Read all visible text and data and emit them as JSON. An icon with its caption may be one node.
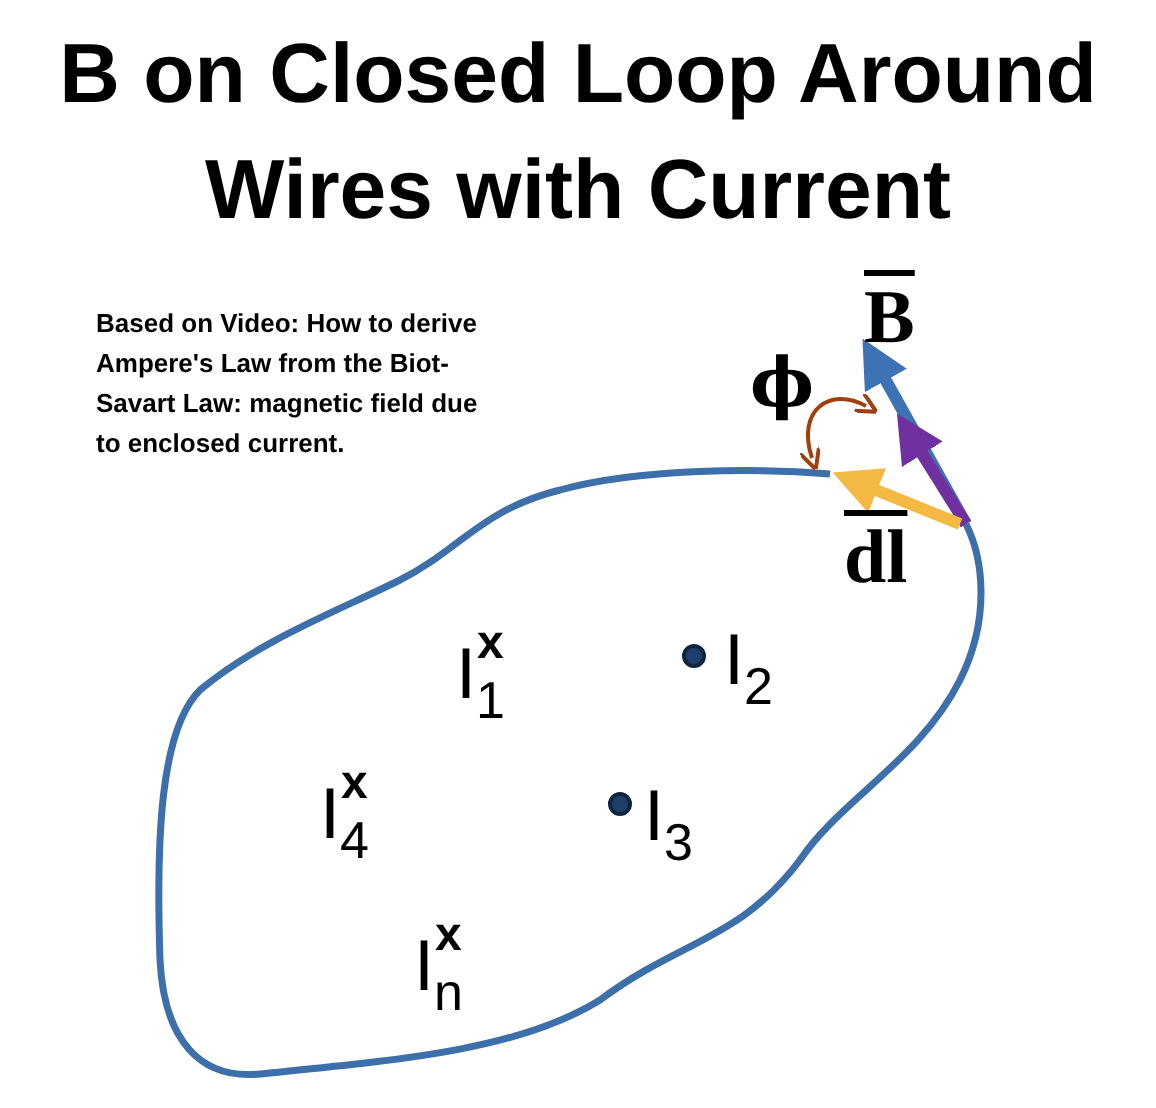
{
  "diagram": {
    "title": "B on Closed Loop Around Wires with Current",
    "labels": [
      "Based on Video: How to derive Ampere's Law from the Biot-Savart Law: magnetic field due to enclosed current.",
      "B",
      "ϕ",
      "dl",
      "I$_{1}$$^{x}$",
      "I$_{2}$",
      "I$_{4}$$^{x}$",
      "I$_{3}$",
      "I$_{n}$$^{x}$"
    ]
  }
}
